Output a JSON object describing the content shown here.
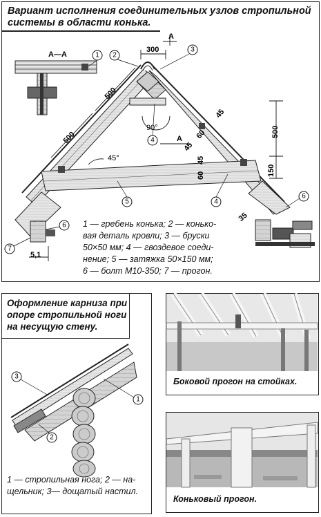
{
  "top": {
    "title_line1": "Вариант исполнения соединительных узлов стропильной",
    "title_line2": "системы в области конька.",
    "section_label": "А—А",
    "dims": {
      "d300": "300",
      "d500a": "500",
      "d500b": "500",
      "d500v": "500",
      "d150": "150",
      "d45a": "45",
      "d45b": "45",
      "d45c": "45",
      "d60a": "60",
      "d60b": "60",
      "d35": "35",
      "d51": "5,1",
      "ang45": "45°",
      "ang90": "90°",
      "markA": "A",
      "markA2": "A"
    },
    "callouts": [
      "1",
      "2",
      "3",
      "4",
      "5",
      "4",
      "6",
      "6",
      "7"
    ],
    "legend": [
      "1 — гребень конька; 2 — конько-",
      "вая деталь кровли; 3 — бруски",
      "50×50 мм; 4 — гвоздевое соеди-",
      "нение; 5 — затяжка 50×150 мм;",
      "6 — болт М10-350; 7 — прогон."
    ]
  },
  "eaves": {
    "title": [
      "Оформление карниза при",
      "опоре стропильной ноги",
      "на несущую стену."
    ],
    "callouts": [
      "3",
      "2",
      "1"
    ],
    "legend": [
      "1 — стропильная нога; 2 — на-",
      "щельник; 3— дощатый настил."
    ]
  },
  "photo1": {
    "caption": "Боковой прогон на стойках."
  },
  "photo2": {
    "caption": "Коньковый прогон."
  }
}
